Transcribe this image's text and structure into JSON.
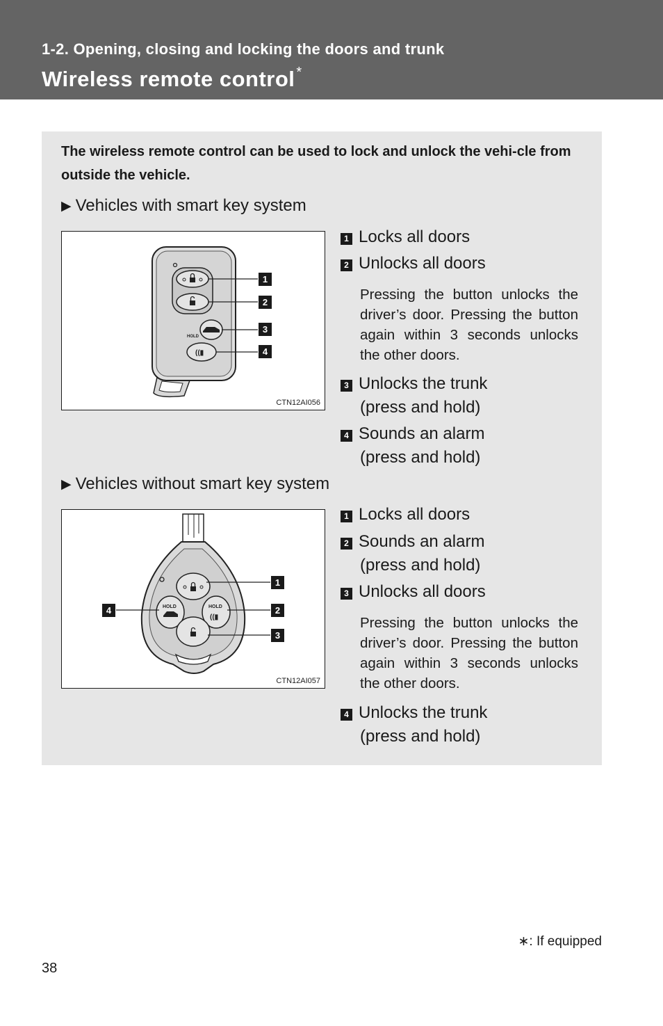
{
  "header": {
    "section": "1-2. Opening, closing and locking the doors and trunk",
    "title": "Wireless remote control",
    "asterisk": "*"
  },
  "intro": "The wireless remote control can be used to lock and unlock the vehi-cle from outside the vehicle.",
  "smart_key": {
    "heading": "Vehicles with smart key system",
    "figure_code": "CTN12AI056",
    "hold_label": "HOLD",
    "items": [
      {
        "num": "1",
        "label": "Locks all doors"
      },
      {
        "num": "2",
        "label": "Unlocks all doors",
        "note": "Pressing the button unlocks the driver’s door. Pressing the button again within 3 seconds unlocks the other doors."
      },
      {
        "num": "3",
        "label": "Unlocks the trunk",
        "sub": "(press and hold)"
      },
      {
        "num": "4",
        "label": "Sounds an alarm",
        "sub": "(press and hold)"
      }
    ]
  },
  "no_smart_key": {
    "heading": "Vehicles without smart key system",
    "figure_code": "CTN12AI057",
    "hold_label": "HOLD",
    "items": [
      {
        "num": "1",
        "label": "Locks all doors"
      },
      {
        "num": "2",
        "label": "Sounds an alarm",
        "sub": "(press and hold)"
      },
      {
        "num": "3",
        "label": "Unlocks all doors",
        "note": "Pressing the button unlocks the driver’s door. Pressing the button again within 3 seconds unlocks the other doors."
      },
      {
        "num": "4",
        "label": "Unlocks the trunk",
        "sub": "(press and hold)"
      }
    ]
  },
  "footnote": "∗: If equipped",
  "page_number": "38"
}
